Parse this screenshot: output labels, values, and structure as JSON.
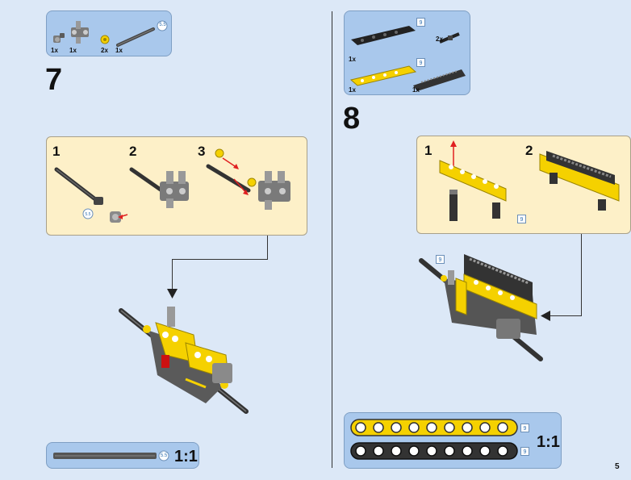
{
  "step7": {
    "number": "7",
    "parts": [
      {
        "qty": "1x"
      },
      {
        "qty": "1x"
      },
      {
        "qty": "2x"
      },
      {
        "qty": "1x",
        "tag": "5.5"
      }
    ],
    "substeps": [
      "1",
      "2",
      "3"
    ],
    "sub_tag": "5.5",
    "scale_tag": "5.5",
    "scale": "1:1"
  },
  "step8": {
    "number": "8",
    "parts": [
      {
        "qty": "1x",
        "tag": "9"
      },
      {
        "qty": "2x"
      },
      {
        "qty": "1x",
        "tag": "9"
      },
      {
        "qty": "1x"
      }
    ],
    "substeps": [
      "1",
      "2"
    ],
    "sub_tag": "9",
    "model_tag": "9",
    "scale_tags": [
      "9",
      "9"
    ],
    "scale": "1:1"
  },
  "page": {
    "number": "5"
  },
  "colors": {
    "background": "#dce8f7",
    "parts_box": "#a9c8ec",
    "substep_box": "#fdf0c8",
    "yellow": "#f5d100",
    "dark_gray": "#555555",
    "black": "#222222",
    "red_arrow": "#e02020"
  }
}
